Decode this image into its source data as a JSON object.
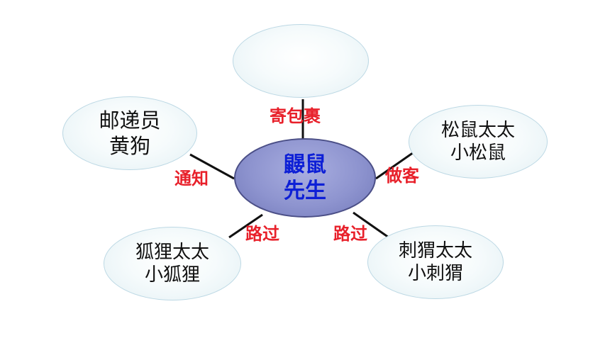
{
  "center": {
    "line1": "鼹鼠",
    "line2": "先生"
  },
  "nodes": {
    "top": {
      "line1": "",
      "line2": ""
    },
    "left_top": {
      "line1": "邮递员",
      "line2": "黄狗"
    },
    "right_top": {
      "line1": "松鼠太太",
      "line2": "小松鼠"
    },
    "left_bottom": {
      "line1": "狐狸太太",
      "line2": "小狐狸"
    },
    "right_bottom": {
      "line1": "刺猬太太",
      "line2": "小刺猬"
    }
  },
  "edges": {
    "top": "寄包裹",
    "left_top": "通知",
    "right_top": "做客",
    "left_bottom": "路过",
    "right_bottom": "路过"
  },
  "colors": {
    "center_text": "#0d1fd6",
    "edge_label": "#e8202a",
    "line": "#111111"
  }
}
